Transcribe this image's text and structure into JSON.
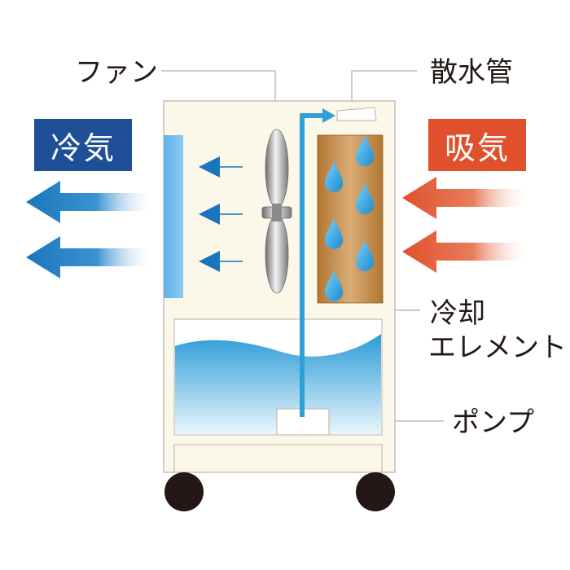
{
  "labels": {
    "fan": "ファン",
    "spray_pipe": "散水管",
    "cooling_element_line1": "冷却",
    "cooling_element_line2": "エレメント",
    "pump": "ポンプ",
    "cold_air": "冷気",
    "intake_air": "吸気"
  },
  "colors": {
    "cold_badge": "#1f4f97",
    "intake_badge": "#e0502c",
    "cold_arrow": "#1b75bc",
    "intake_arrow": "#e0502c",
    "water": "#2e9fd8",
    "cabinet": "#fbf8ea",
    "element": "#b9803c",
    "wheel": "#231815"
  }
}
